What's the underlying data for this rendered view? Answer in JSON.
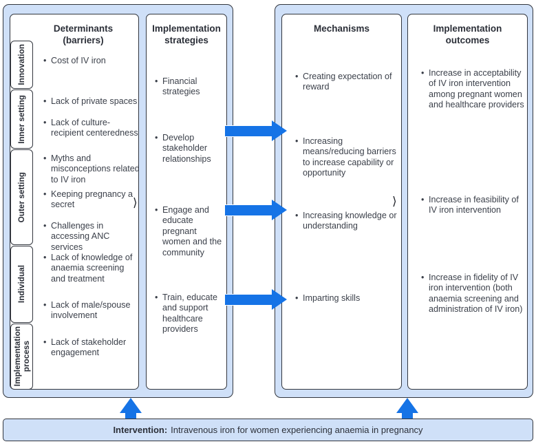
{
  "diagram": {
    "title": "Implementation research logic model for IV iron in pregnancy",
    "colors": {
      "group_fill": "#cfe0f8",
      "panel_fill": "#ffffff",
      "border": "#31353d",
      "arrow_blue": "#1573e6",
      "text": "#2b2f38"
    }
  },
  "columns": {
    "determinants": {
      "title": "Determinants\n(barriers)",
      "domains": [
        {
          "label": "Innovation"
        },
        {
          "label": "Inner setting"
        },
        {
          "label": "Outer setting"
        },
        {
          "label": "Individual"
        },
        {
          "label": "Implementation\nprocess"
        }
      ],
      "bullets": [
        "Cost of IV iron",
        "Lack of private spaces",
        "Lack of culture-recipient centeredness",
        "Myths and misconceptions related to IV iron",
        "Keeping pregnancy a secret",
        "Challenges in accessing ANC services",
        "Lack of knowledge of anaemia screening and treatment",
        "Lack of male/spouse involvement",
        "Lack of stakeholder engagement"
      ]
    },
    "strategies": {
      "title": "Implementation\nstrategies",
      "bullets": [
        "Financial strategies",
        "Develop stakeholder relationships",
        "Engage and educate pregnant women and the community",
        "Train, educate and support healthcare providers"
      ]
    },
    "mechanisms": {
      "title": "Mechanisms",
      "bullets": [
        "Creating expectation of reward",
        "Increasing means/reducing barriers to increase capability or opportunity",
        "Increasing knowledge or understanding",
        "Imparting skills"
      ]
    },
    "outcomes": {
      "title": "Implementation\noutcomes",
      "bullets": [
        "Increase in acceptability of IV iron intervention among pregnant women and healthcare providers",
        "Increase in feasibility of IV iron intervention",
        "Increase in fidelity of IV iron intervention (both anaemia screening and administration of IV iron)"
      ]
    }
  },
  "intervention": {
    "label": "Intervention:",
    "text": "Intravenous iron for women experiencing anaemia in pregnancy"
  }
}
